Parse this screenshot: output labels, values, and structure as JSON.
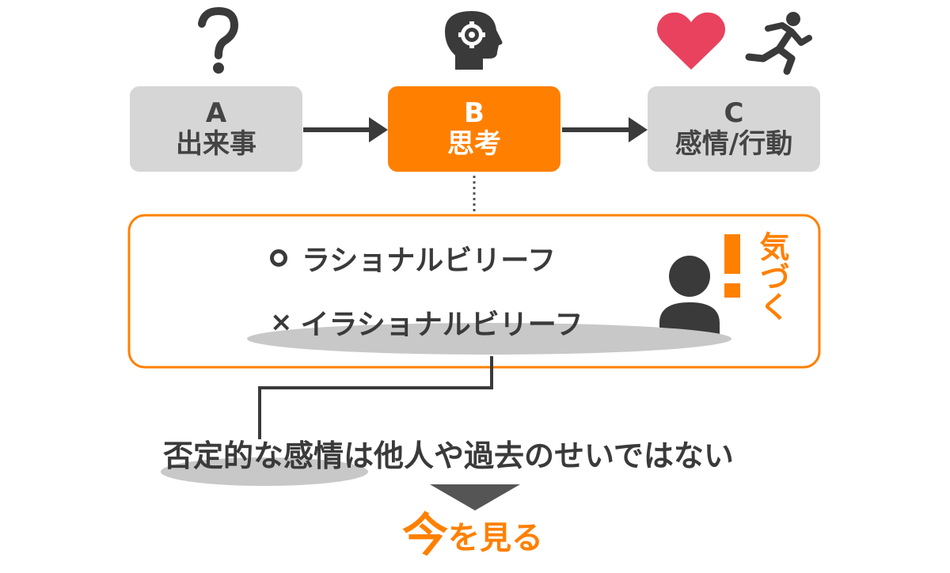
{
  "nodes": {
    "a": {
      "letter": "A",
      "label": "出来事"
    },
    "b": {
      "letter": "B",
      "label": "思考"
    },
    "c": {
      "letter": "C",
      "label": "感情/行動"
    }
  },
  "icons": {
    "a": "question-mark-icon",
    "b": "head-gear-icon",
    "c1": "heart-icon",
    "c2": "running-person-icon"
  },
  "beliefs": {
    "rational": {
      "mark": "○",
      "label": "ラショナルビリーフ"
    },
    "irrational": {
      "mark": "×",
      "label": "イラショナルビリーフ"
    }
  },
  "notice": {
    "exclaim": "!",
    "text": "気づく"
  },
  "statement": "否定的な感情は他人や過去のせいではない",
  "conclusion": {
    "big": "今",
    "rest": "を見る"
  },
  "colors": {
    "accent": "#ff8000",
    "dark": "#3a3a3a",
    "node_gray": "#d6d6d6",
    "heart": "#e8425f"
  }
}
